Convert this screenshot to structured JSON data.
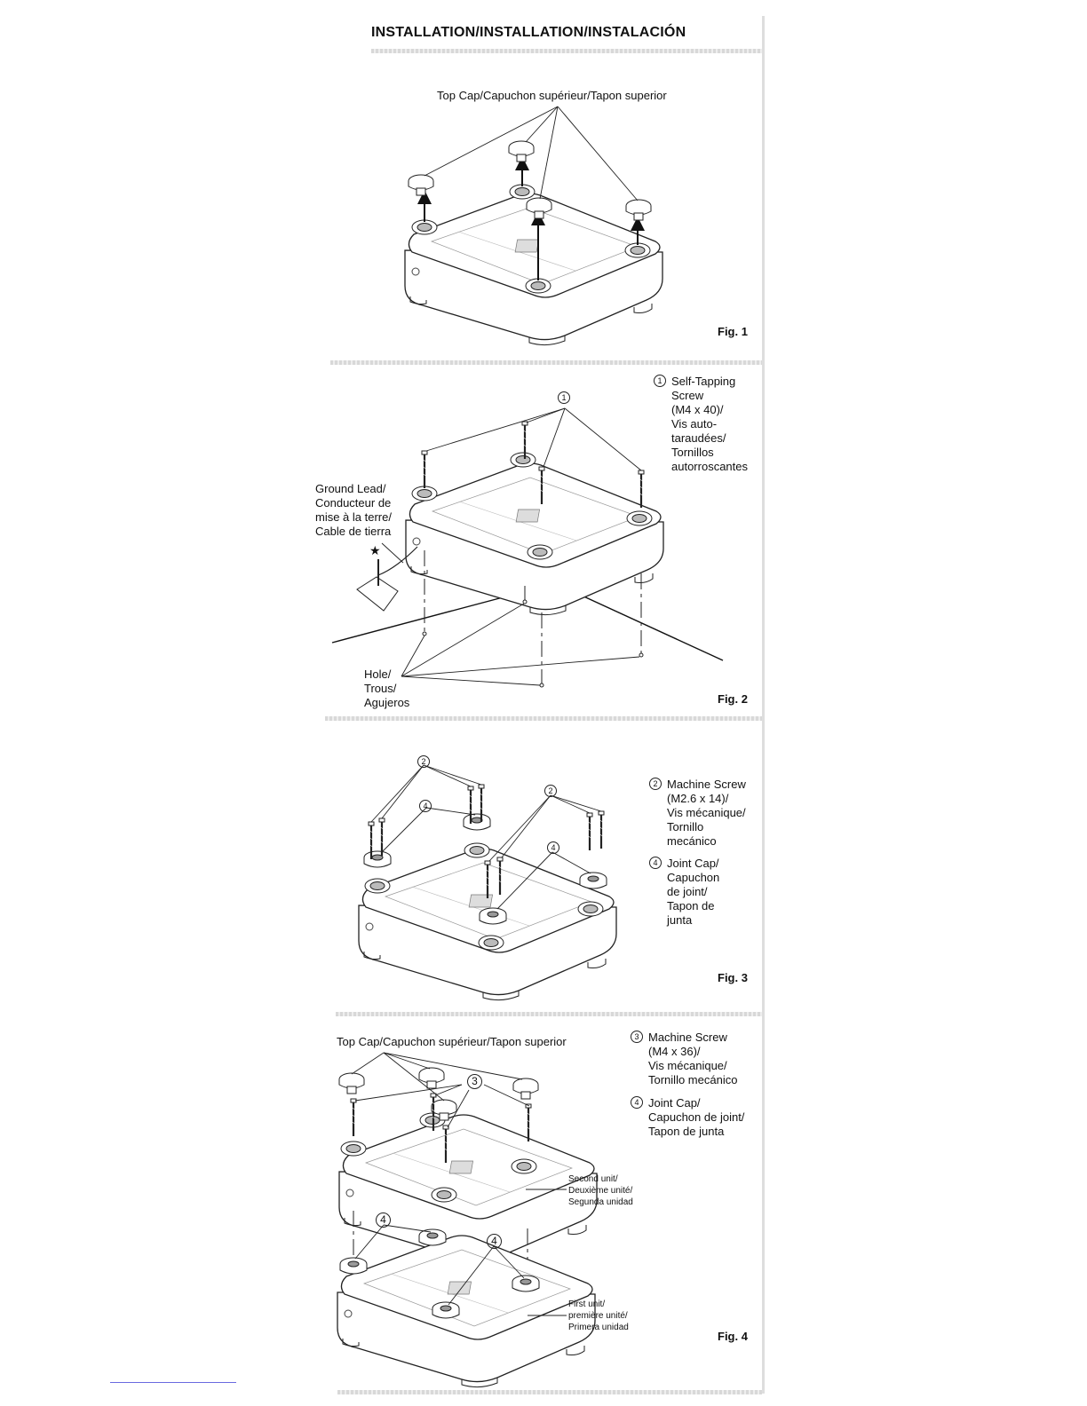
{
  "title": "INSTALLATION/INSTALLATION/INSTALACIÓN",
  "fig1": {
    "label": "Fig. 1",
    "top_cap": "Top Cap/Capuchon supérieur/Tapon superior"
  },
  "fig2": {
    "label": "Fig. 2",
    "callout": "1",
    "item1_num": "1",
    "item1_text": "Self-Tapping\nScrew\n(M4 x 40)/\nVis auto-\ntaraudées/\nTornillos\nautorroscantes",
    "ground_lead": "Ground Lead/\nConducteur de\nmise à la terre/\nCable de tierra",
    "star": "★",
    "hole": "Hole/\nTrous/\nAgujeros"
  },
  "fig3": {
    "label": "Fig. 3",
    "callout_2a": "2",
    "callout_2b": "2",
    "callout_4a": "4",
    "callout_4b": "4",
    "item2_num": "2",
    "item2_text": "Machine Screw\n(M2.6 x 14)/\nVis mécanique/\nTornillo\nmecánico",
    "item4_num": "4",
    "item4_text": "Joint Cap/\nCapuchon\nde joint/\nTapon de\njunta"
  },
  "fig4": {
    "label": "Fig. 4",
    "top_cap": "Top Cap/Capuchon supérieur/Tapon superior",
    "callout_3": "3",
    "callout_4a": "4",
    "callout_4b": "4",
    "item3_num": "3",
    "item3_text": "Machine Screw\n(M4 x 36)/\nVis mécanique/\nTornillo mecánico",
    "item4_num": "4",
    "item4_text": "Joint Cap/\nCapuchon de joint/\nTapon de junta",
    "second_unit": "Second unit/\nDeuxième unité/\nSegunda unidad",
    "first_unit": "First unit/\npremière unité/\nPrimera unidad"
  }
}
